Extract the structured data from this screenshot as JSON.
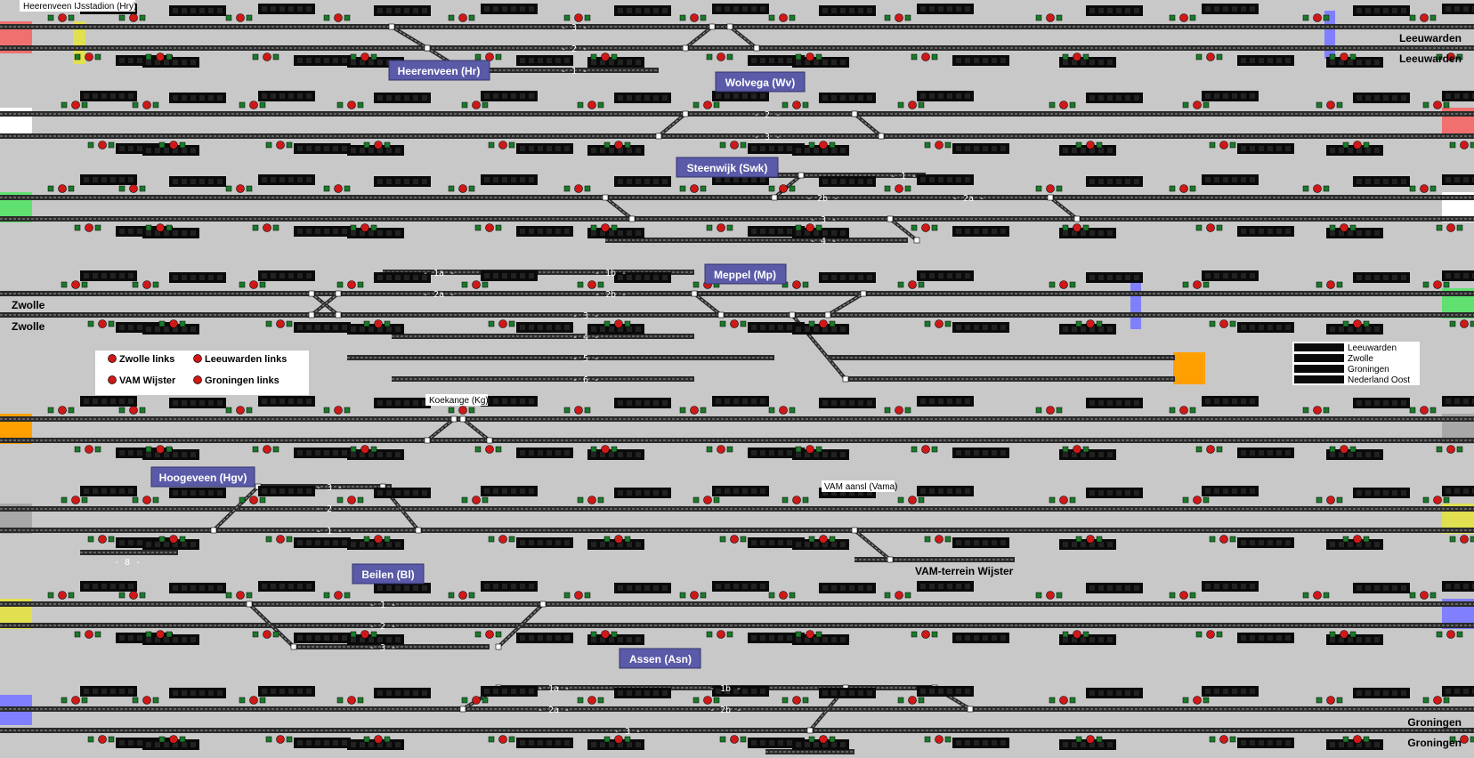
{
  "app": {
    "type": "railway-signalling-control-board"
  },
  "colors": {
    "background": "#c8c8c8",
    "track": "#2a2a2a",
    "rail_center": "#a0a0a0",
    "signal_red": "#d01818",
    "signal_green": "#1a7a2a",
    "station_box": "#5a5aa8",
    "train_box": "#0a0a0a",
    "end_red": "#f07070",
    "end_green": "#60e070",
    "end_white": "#ffffff",
    "end_orange": "#ffa000",
    "end_grey": "#a8a8a8",
    "end_yellow": "#e0e050",
    "end_blue": "#8080ff"
  },
  "stations": [
    {
      "id": "hr",
      "label": "Heerenveen (Hr)"
    },
    {
      "id": "wv",
      "label": "Wolvega (Wv)"
    },
    {
      "id": "swk",
      "label": "Steenwijk (Swk)"
    },
    {
      "id": "mp",
      "label": "Meppel (Mp)"
    },
    {
      "id": "hgv",
      "label": "Hoogeveen (Hgv)"
    },
    {
      "id": "bl",
      "label": "Beilen (Bl)"
    },
    {
      "id": "asn",
      "label": "Assen (Asn)"
    }
  ],
  "small_labels": {
    "hry": "Heerenveen IJsstadion (Hry)",
    "kg": "Koekange (Kg)",
    "vama": "VAM aansl (Vama)"
  },
  "end_labels": {
    "leeuwarden_1": "Leeuwarden",
    "leeuwarden_2": "Leeuwarden",
    "zwolle_1": "Zwolle",
    "zwolle_2": "Zwolle",
    "vam_terrein": "VAM-terrein Wijster",
    "groningen_1": "Groningen",
    "groningen_2": "Groningen"
  },
  "platforms": {
    "hr_3": "- 3 -",
    "hr_2": "- 2 -",
    "hr_1": "- 1 -",
    "wv_2": "- 2 -",
    "wv_3": "- 3 -",
    "swk_1": "- 1 -",
    "swk_2b": "- 2b -",
    "swk_2a": "- 2a -",
    "swk_3": "- 3 -",
    "swk_4": "- 4 -",
    "mp_1a": "- 1a -",
    "mp_1b": "- 1b -",
    "mp_2a": "- 2a -",
    "mp_2b": "- 2b -",
    "mp_3": "- 3 -",
    "mp_4": "- 4 -",
    "mp_5": "- 5 -",
    "mp_6": "- 6 -",
    "hgv_3": "- 3 -",
    "hgv_2": "- 2 -",
    "hgv_1": "- 1 -",
    "hgv_8": "- 8 -",
    "bl_1": "- 1 -",
    "bl_2": "- 2 -",
    "bl_3": "- 3 -",
    "asn_1a": "- 1a -",
    "asn_1b": "- 1b -",
    "asn_2a": "- 2a -",
    "asn_2b": "- 2b -",
    "asn_3": "- 3 -"
  },
  "legend_signals": {
    "zwolle": "Zwolle links",
    "leeuwarden": "Leeuwarden links",
    "vam": "VAM Wijster",
    "groningen": "Groningen links"
  },
  "legend_destinations": [
    "Leeuwarden",
    "Zwolle",
    "Groningen",
    "Nederland Oost"
  ]
}
